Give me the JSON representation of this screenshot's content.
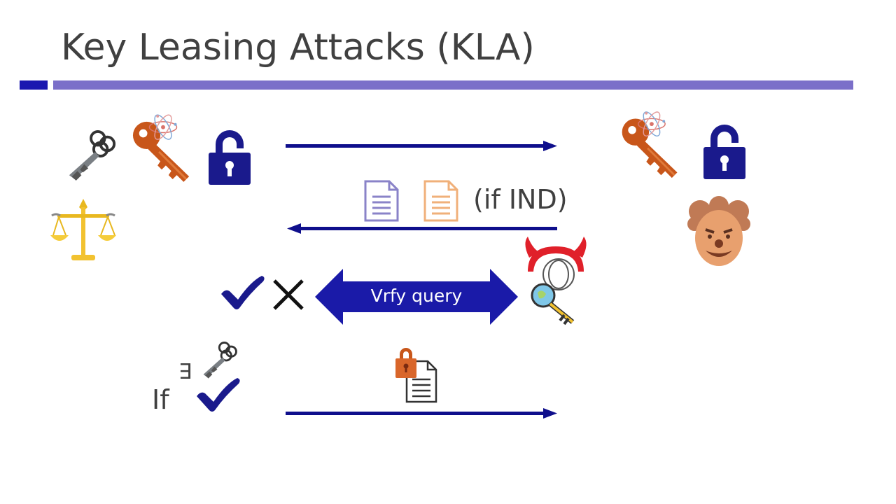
{
  "slide": {
    "title": "Key Leasing Attacks (KLA)"
  },
  "labels": {
    "if_ind": "(if IND)",
    "vrfy_query": "Vrfy query",
    "if": "If",
    "exists": "∃"
  },
  "icons": {
    "classical_key": "classical-key-icon",
    "quantum_key": "quantum-key-icon",
    "lock": "padlock-icon",
    "scales": "scales-of-justice-icon",
    "document_blue": "document-icon",
    "document_orange": "document-icon",
    "check": "check-mark-icon",
    "cross": "cross-mark-icon",
    "devil": "devil-adversary-icon",
    "clown": "clown-adversary-icon",
    "locked_document": "locked-document-icon"
  },
  "colors": {
    "accent_blue": "#1a17b0",
    "title_bar": "#7b6fc9",
    "arrow": "#0f0f8c",
    "key_orange": "#c8561a",
    "lock_navy": "#1a1a8c"
  }
}
